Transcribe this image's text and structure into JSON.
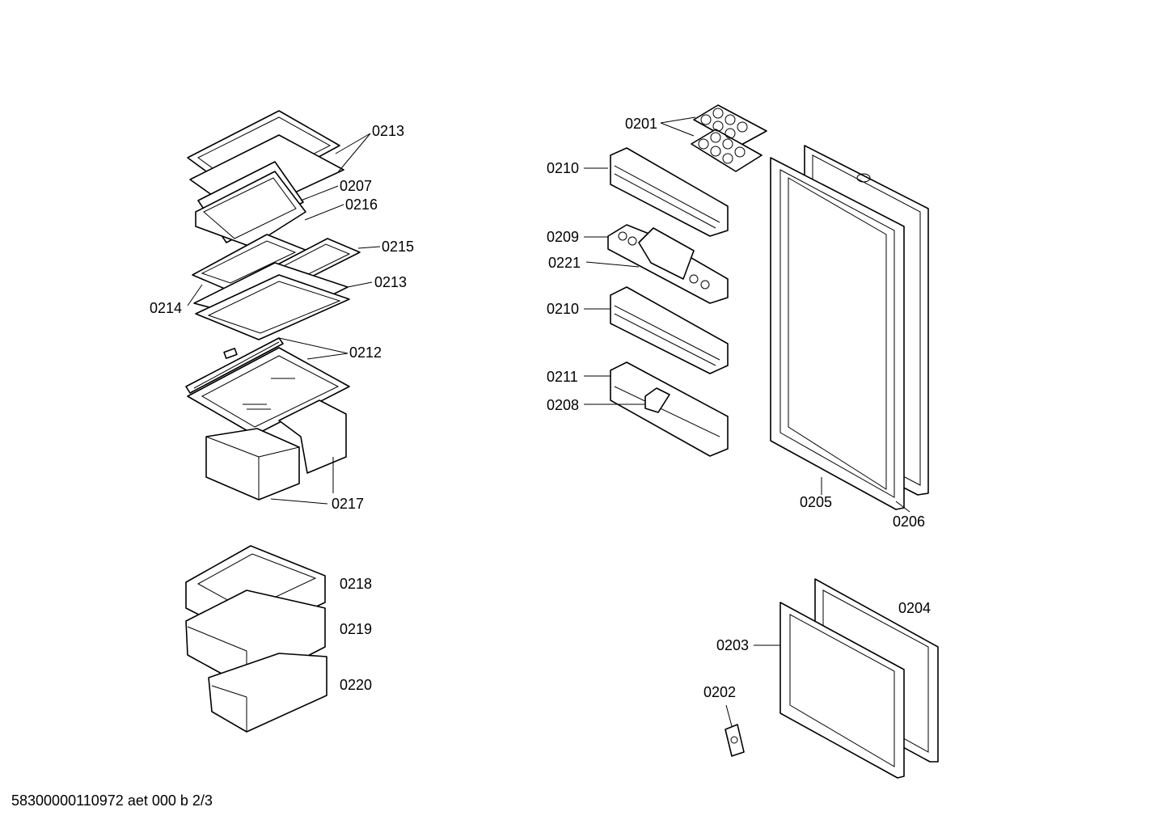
{
  "labels": {
    "p0213a": "0213",
    "p0207": "0207",
    "p0216": "0216",
    "p0215": "0215",
    "p0213b": "0213",
    "p0214": "0214",
    "p0212": "0212",
    "p0217": "0217",
    "p0218": "0218",
    "p0219": "0219",
    "p0220": "0220",
    "p0201": "0201",
    "p0210a": "0210",
    "p0209": "0209",
    "p0221": "0221",
    "p0210b": "0210",
    "p0211": "0211",
    "p0208": "0208",
    "p0205": "0205",
    "p0206": "0206",
    "p0204": "0204",
    "p0203": "0203",
    "p0202": "0202"
  },
  "footer": "58300000110972 aet 000 b 2/3"
}
